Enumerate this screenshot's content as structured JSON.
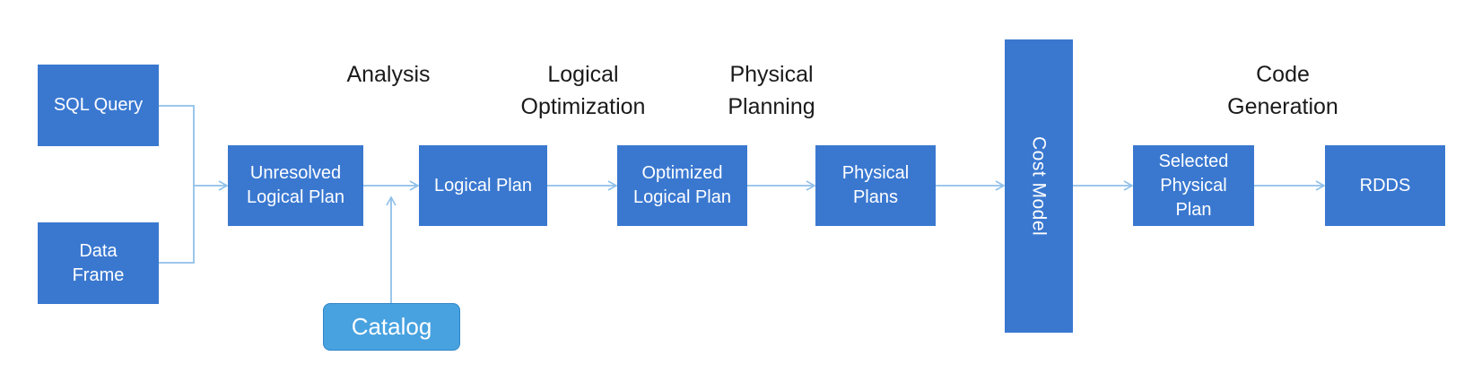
{
  "colors": {
    "box": "#3a78d0",
    "catalog": "#48a2e0",
    "arrow": "#8fc0ea",
    "label": "#1a1a1a"
  },
  "nodes": {
    "sql_query": "SQL Query",
    "data_frame": "Data\nFrame",
    "unresolved_logical_plan": "Unresolved\nLogical Plan",
    "logical_plan": "Logical Plan",
    "optimized_logical_plan": "Optimized\nLogical Plan",
    "physical_plans": "Physical\nPlans",
    "cost_model": "Cost Model",
    "selected_physical_plan": "Selected\nPhysical\nPlan",
    "rdds": "RDDS",
    "catalog": "Catalog"
  },
  "stages": {
    "analysis": "Analysis",
    "logical_optimization": "Logical\nOptimization",
    "physical_planning": "Physical\nPlanning",
    "code_generation": "Code\nGeneration"
  }
}
